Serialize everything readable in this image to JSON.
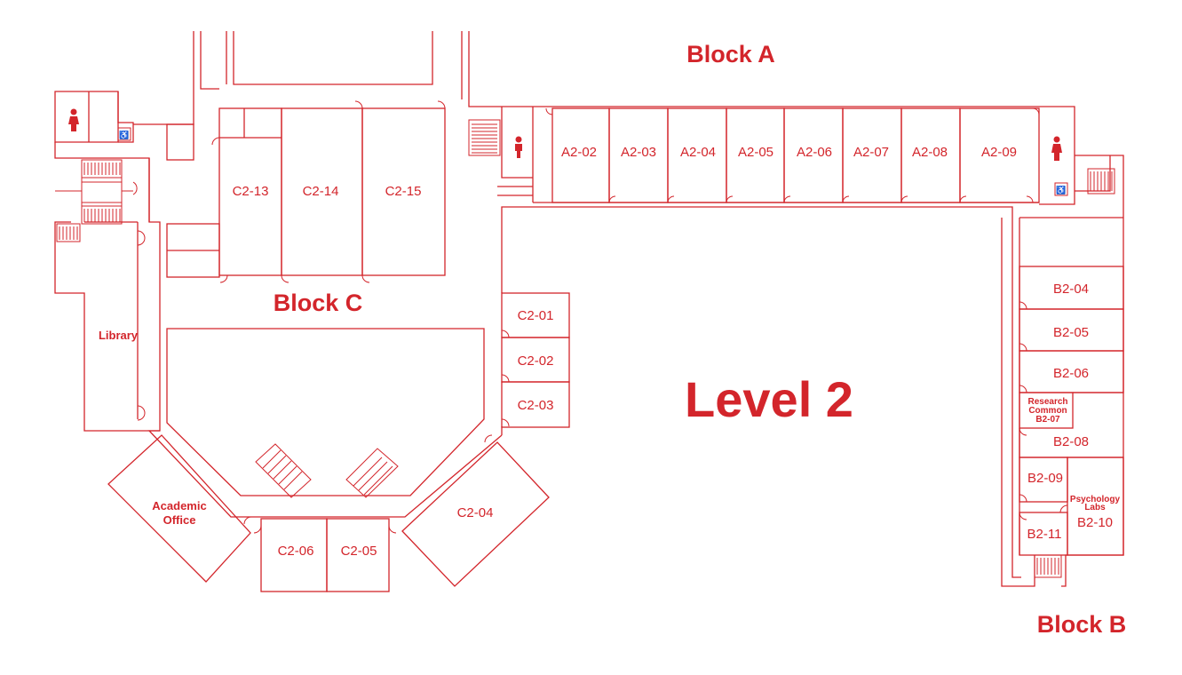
{
  "colors": {
    "accent": "#d3252b",
    "background": "#ffffff"
  },
  "level": "Level 2",
  "blocks": {
    "a": "Block A",
    "b": "Block B",
    "c": "Block C"
  },
  "rooms": {
    "a2_02": "A2-02",
    "a2_03": "A2-03",
    "a2_04": "A2-04",
    "a2_05": "A2-05",
    "a2_06": "A2-06",
    "a2_07": "A2-07",
    "a2_08": "A2-08",
    "a2_09": "A2-09",
    "b2_04": "B2-04",
    "b2_05": "B2-05",
    "b2_06": "B2-06",
    "research_common_line1": "Research",
    "research_common_line2": "Common",
    "b2_07": "B2-07",
    "b2_08": "B2-08",
    "b2_09": "B2-09",
    "psychology_labs_line1": "Psychology",
    "psychology_labs_line2": "Labs",
    "b2_10": "B2-10",
    "b2_11": "B2-11",
    "c2_01": "C2-01",
    "c2_02": "C2-02",
    "c2_03": "C2-03",
    "c2_04": "C2-04",
    "c2_05": "C2-05",
    "c2_06": "C2-06",
    "c2_13": "C2-13",
    "c2_14": "C2-14",
    "c2_15": "C2-15",
    "library": "Library",
    "academic_office_line1": "Academic",
    "academic_office_line2": "Office"
  },
  "icons": [
    "restroom-icon",
    "person-icon",
    "wheelchair-icon",
    "stairs-icon"
  ]
}
